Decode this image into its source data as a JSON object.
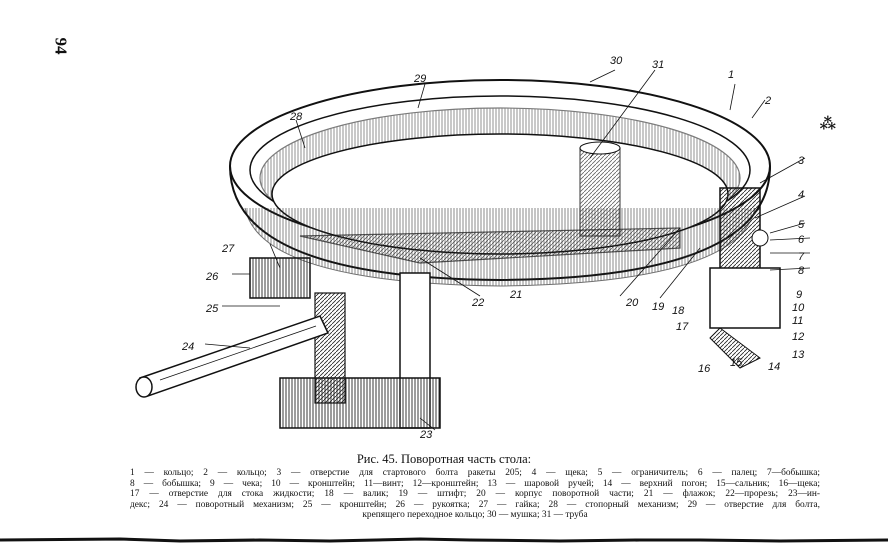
{
  "page": {
    "number": "94",
    "margin_mark": "⁂"
  },
  "figure": {
    "callouts": [
      "1",
      "2",
      "3",
      "4",
      "5",
      "6",
      "7",
      "8",
      "9",
      "10",
      "11",
      "12",
      "13",
      "14",
      "15",
      "16",
      "17",
      "18",
      "19",
      "20",
      "21",
      "22",
      "23",
      "24",
      "25",
      "26",
      "27",
      "28",
      "29",
      "30",
      "31"
    ]
  },
  "caption": {
    "title": "Рис. 45. Поворотная часть стола:",
    "legend_lines": [
      "1 — кольцо; 2 — кольцо; 3 — отверстие для стартового болта ракеты 205; 4 — щека; 5 — ограничитель; 6 — палец; 7—бобышка;",
      "8 — бобышка; 9 — чека; 10 — кронштейн; 11—винт; 12—кронштейн; 13 — шаровой ручей; 14 — верхний погон; 15—сальник; 16—щека;",
      "17 — отверстие для стока жидкости; 18 — валик; 19 — штифт; 20 — корпус поворотной части; 21 — флажок; 22—прорезь; 23—ин-",
      "декс; 24 — поворотный механизм; 25 — кронштейн; 26 — рукоятка; 27 — гайка; 28 — стопорный механизм; 29 — отверстие для болта,",
      "крепящего переходное кольцо; 30 — мушка; 31 — труба"
    ]
  }
}
